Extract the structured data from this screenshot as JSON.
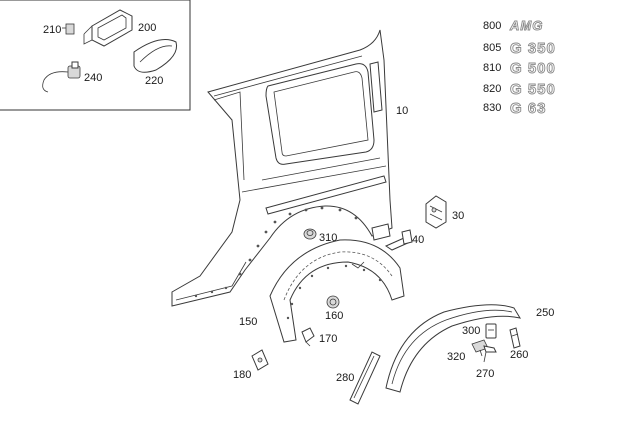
{
  "parts": {
    "p10": "10",
    "p30": "30",
    "p40": "40",
    "p150": "150",
    "p160": "160",
    "p170": "170",
    "p180": "180",
    "p200": "200",
    "p210": "210",
    "p220": "220",
    "p240": "240",
    "p250": "250",
    "p260": "260",
    "p270": "270",
    "p280": "280",
    "p300": "300",
    "p310": "310",
    "p320": "320"
  },
  "badges": [
    {
      "number": "800",
      "text": "AMG"
    },
    {
      "number": "805",
      "text": "G 350"
    },
    {
      "number": "810",
      "text": "G 500"
    },
    {
      "number": "820",
      "text": "G 550"
    },
    {
      "number": "830",
      "text": "G 63"
    }
  ]
}
